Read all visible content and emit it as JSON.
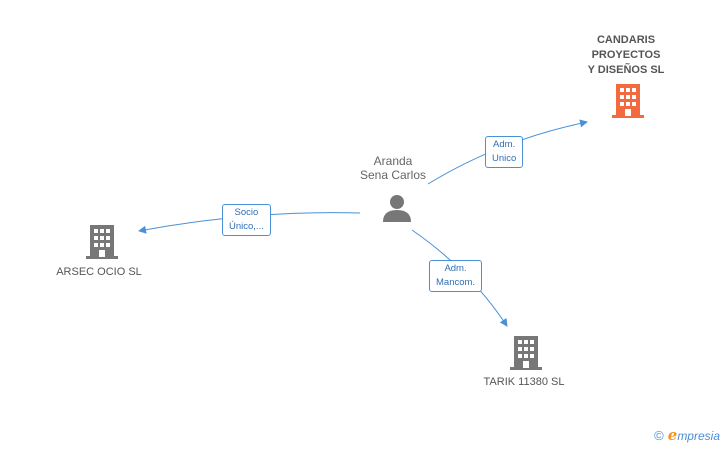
{
  "nodes": {
    "main_company": {
      "lines": [
        "CANDARIS",
        "PROYECTOS",
        "Y DISEÑOS SL"
      ],
      "icon": "building-icon",
      "color": "#f26a3d"
    },
    "person": {
      "lines": [
        "Aranda",
        "Sena Carlos"
      ],
      "icon": "person-icon",
      "color": "#777777"
    },
    "company_left": {
      "name": "ARSEC OCIO SL",
      "icon": "building-icon",
      "color": "#777777"
    },
    "company_bottom": {
      "name": "TARIK 11380 SL",
      "icon": "building-icon",
      "color": "#777777"
    }
  },
  "edges": {
    "to_main": {
      "lines": [
        "Adm.",
        "Unico"
      ]
    },
    "to_left": {
      "lines": [
        "Socio",
        "Único,..."
      ]
    },
    "to_bottom": {
      "lines": [
        "Adm.",
        "Mancom."
      ]
    }
  },
  "colors": {
    "edge": "#4a90d9"
  },
  "brand": {
    "copyright": "©",
    "initial": "e",
    "rest": "mpresia"
  }
}
